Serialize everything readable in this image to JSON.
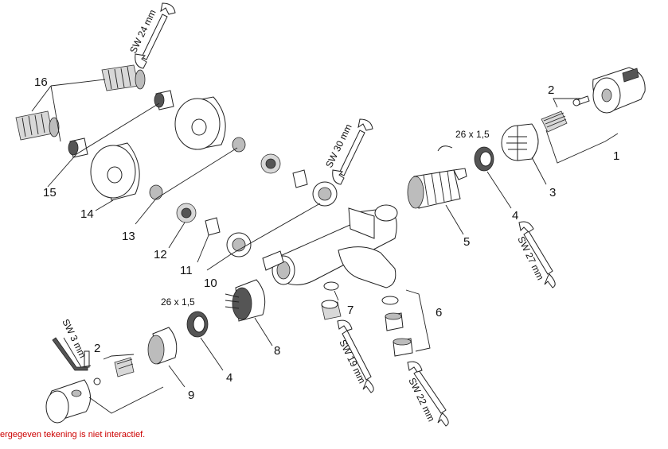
{
  "diagram": {
    "part_numbers": {
      "p1": "1",
      "p2a": "2",
      "p2b": "2",
      "p3": "3",
      "p4a": "4",
      "p4b": "4",
      "p5": "5",
      "p6": "6",
      "p7": "7",
      "p8": "8",
      "p9": "9",
      "p10": "10",
      "p11": "11",
      "p12": "12",
      "p13": "13",
      "p14": "14",
      "p15": "15",
      "p16": "16"
    },
    "dimensions": {
      "seal_right": "26 x 1,5",
      "seal_left": "26 x 1,5"
    },
    "wrenches": {
      "sw24": "SW 24 mm",
      "sw30": "SW 30 mm",
      "sw27": "SW 27 mm",
      "sw19": "SW 19 mm",
      "sw22": "SW 22 mm",
      "sw3": "SW 3 mm"
    }
  },
  "footer": {
    "note": "ergegeven tekening is niet interactief."
  }
}
